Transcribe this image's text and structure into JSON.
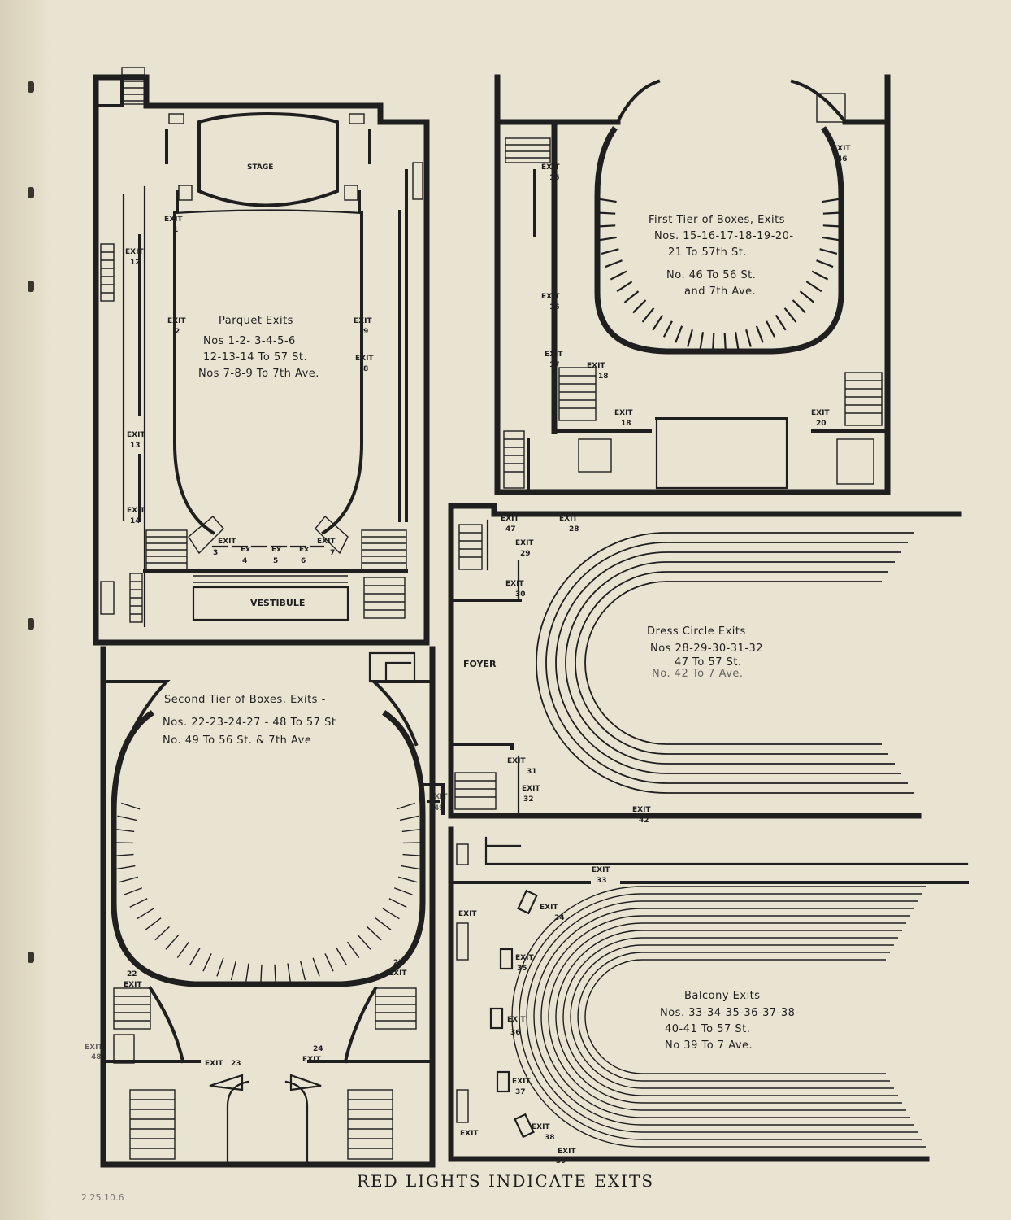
{
  "caption": "RED LIGHTS INDICATE EXITS",
  "pencil_note": "2.25.10.6",
  "parquet": {
    "title": "Parquet Exits",
    "line1": "Nos 1-2- 3-4-5-6",
    "line2": "12-13-14 To 57 St.",
    "line3": "Nos 7-8-9 To 7th Ave.",
    "stage": "STAGE",
    "vestibule": "VESTIBULE",
    "exits": [
      "1",
      "2",
      "3",
      "4",
      "5",
      "6",
      "7",
      "8",
      "9",
      "12",
      "13",
      "14"
    ]
  },
  "first_tier": {
    "title": "First Tier of Boxes, Exits",
    "line1": "Nos. 15-16-17-18-19-20-",
    "line2": "21 To 57th St.",
    "line3": "No. 46 To 56 St.",
    "line4": "and 7th Ave.",
    "exits": [
      "15",
      "16",
      "17",
      "18",
      "18",
      "20",
      "46"
    ]
  },
  "second_tier": {
    "title": "Second Tier of Boxes. Exits -",
    "line1": "Nos. 22-23-24-27 - 48 To 57 St",
    "line2": "No. 49 To 56 St. & 7th Ave",
    "exits": [
      "22",
      "23",
      "24",
      "27",
      "48",
      "49"
    ]
  },
  "dress_circle": {
    "title": "Dress Circle Exits",
    "line1": "Nos 28-29-30-31-32",
    "line2": "47 To 57 St.",
    "line3": "No. 42 To 7 Ave.",
    "foyer": "FOYER",
    "exits": [
      "47",
      "28",
      "29",
      "30",
      "31",
      "32",
      "42"
    ]
  },
  "balcony": {
    "title": "Balcony Exits",
    "line1": "Nos. 33-34-35-36-37-38-",
    "line2": "40-41 To 57 St.",
    "line3": "No 39 To 7 Ave.",
    "exits": [
      "33",
      "34",
      "35",
      "36",
      "37",
      "38",
      "39"
    ]
  },
  "exit_word": "EXIT"
}
